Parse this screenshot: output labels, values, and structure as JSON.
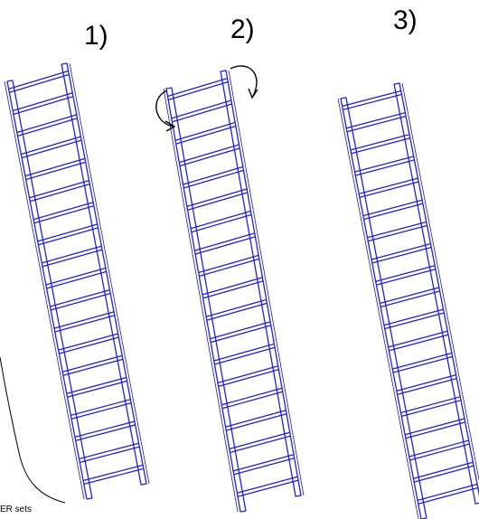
{
  "colors": {
    "ladder": "#2020d8",
    "ladder_inner": "#1a1ab0",
    "text": "#000000",
    "background": "#ffffff"
  },
  "steps": [
    {
      "label": "1)",
      "rungs": 19,
      "rotate_arrows": false
    },
    {
      "label": "2)",
      "rungs": 19,
      "rotate_arrows": true
    },
    {
      "label": "3)",
      "rungs": 19,
      "rotate_arrows": false
    }
  ],
  "caption": "ER sets"
}
